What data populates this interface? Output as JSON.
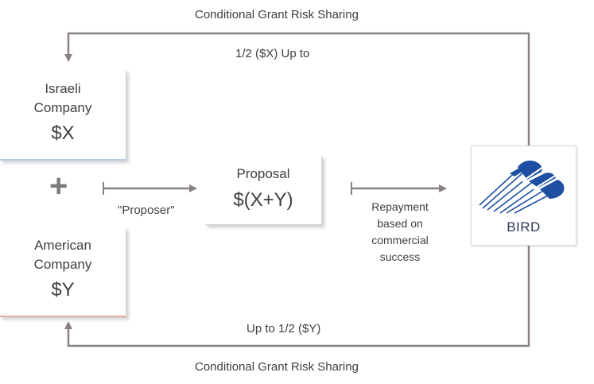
{
  "top_label": "Conditional Grant Risk Sharing",
  "bottom_label": "Conditional Grant Risk Sharing",
  "top_arrow_label": "1/2 ($X) Up to",
  "bottom_arrow_label": "Up to 1/2 ($Y)",
  "israeli_company": {
    "name_line1": "Israeli",
    "name_line2": "Company",
    "amount": "$X"
  },
  "american_company": {
    "name_line1": "American",
    "name_line2": "Company",
    "amount": "$Y"
  },
  "plus_sign": "+",
  "proposer_label": "\"Proposer\"",
  "proposal": {
    "title": "Proposal",
    "amount": "$(X+Y)"
  },
  "repayment": {
    "line1": "Repayment",
    "line2": "based on",
    "line3": "commercial",
    "line4": "success"
  },
  "bird": {
    "name": "BIRD",
    "logo_color": "#1e4fa3"
  },
  "colors": {
    "arrow": "#8b8181",
    "israeli_accent": "#b6cbe4",
    "american_accent": "#e7a7a7"
  }
}
